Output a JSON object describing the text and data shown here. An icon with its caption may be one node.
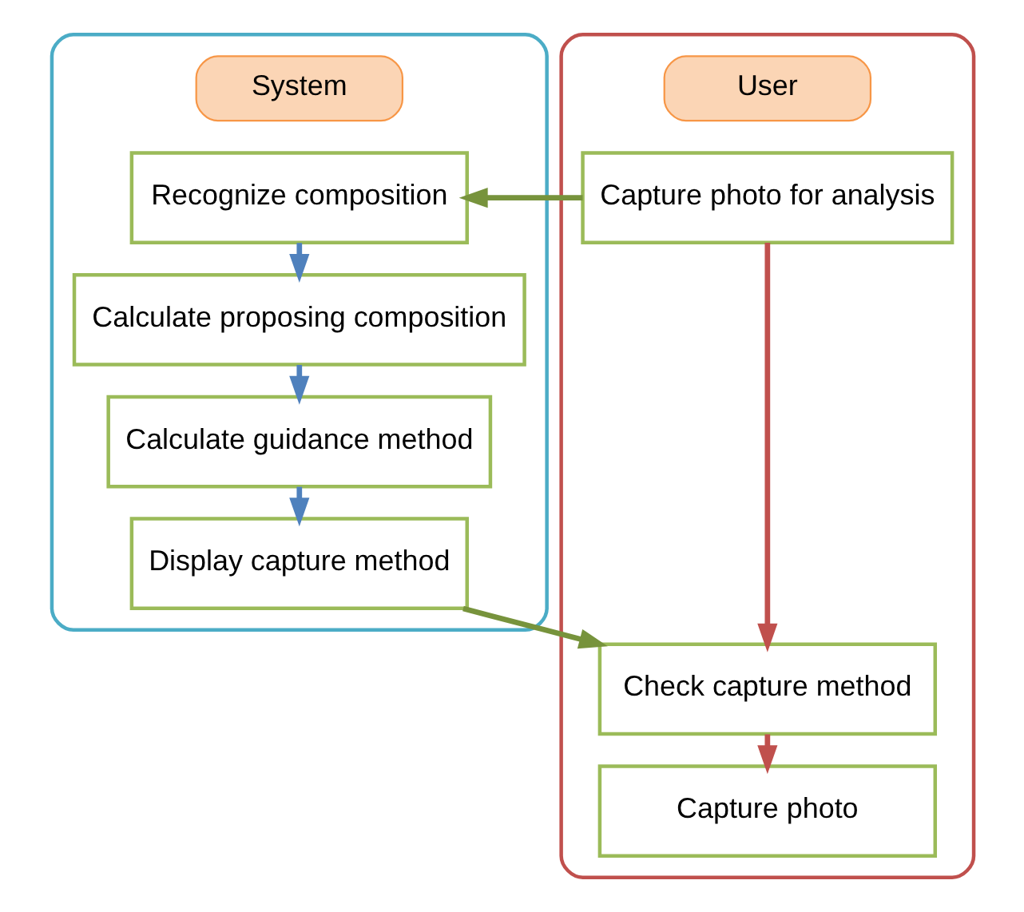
{
  "diagram": {
    "nodes": [
      {
        "text": [],
        "shape": "box"
      },
      {
        "text": [
          "System"
        ],
        "in": 0
      },
      {
        "text": [
          "Recognize composition"
        ],
        "in": 0
      },
      {
        "text": [
          "Calculate proposing composition"
        ],
        "in": 0
      },
      {
        "text": [
          "Calculate guidance method"
        ],
        "in": 0
      },
      {
        "text": [
          "Display capture method"
        ],
        "in": 0
      },
      {
        "text": [],
        "shape": "box"
      },
      {
        "text": [
          "User"
        ],
        "in": 6
      },
      {
        "text": [
          "Capture photo for analysis"
        ],
        "in": 6
      },
      {
        "text": [
          "Check capture method"
        ],
        "in": 6
      },
      {
        "text": [
          "Capture photo"
        ],
        "in": 6
      }
    ],
    "edges": [
      {
        "from": 8,
        "to": 2,
        "arrow": "to",
        "color": "#77933c"
      },
      {
        "from": 2,
        "to": 3,
        "arrow": "to"
      },
      {
        "from": 3,
        "to": 4,
        "arrow": "to"
      },
      {
        "from": 4,
        "to": 5,
        "arrow": "to"
      },
      {
        "from": 5,
        "to": 9,
        "arrow": "to",
        "color": "#77933c"
      },
      {
        "from": 8,
        "to": 9,
        "arrow": "to",
        "color": "#c0504d"
      },
      {
        "from": 9,
        "to": 10,
        "arrow": "to",
        "color": "#c0504d"
      }
    ]
  }
}
